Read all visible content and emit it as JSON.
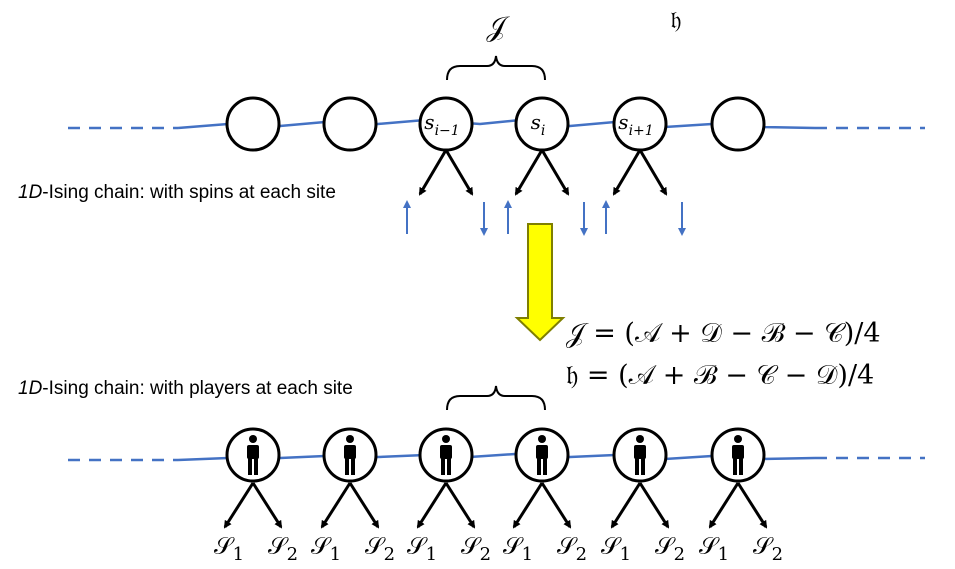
{
  "colors": {
    "chain": "#4472C4",
    "arrow_fill": "#FFFF00",
    "arrow_stroke": "#7F7F00",
    "node_stroke": "#000000"
  },
  "top": {
    "caption_prefix": "1D",
    "caption_rest": "-Ising chain: with spins at each site",
    "coupling_label": "𝒥",
    "field_label": "𝔥",
    "node_labels": [
      "",
      "",
      "s",
      "s",
      "s",
      ""
    ],
    "node_subscripts": [
      "",
      "",
      "i−1",
      "i",
      "i+1",
      ""
    ],
    "spin_directions": [
      "up",
      "down",
      "up",
      "down",
      "up",
      "down"
    ]
  },
  "equations": {
    "j_eq": "𝒥 = (𝒜 + 𝒟 − ℬ − 𝒞)/4",
    "h_eq": "𝔥 = (𝒜 + ℬ − 𝒞 − 𝒟)/4"
  },
  "bottom": {
    "caption_prefix": "1D",
    "caption_rest": "-Ising chain: with players at each site",
    "player_icon": "person-icon",
    "strategy_labels": [
      "𝒮",
      "𝒮",
      "𝒮",
      "𝒮",
      "𝒮",
      "𝒮",
      "𝒮",
      "𝒮",
      "𝒮",
      "𝒮",
      "𝒮",
      "𝒮"
    ],
    "strategy_subscripts": [
      "1",
      "2",
      "1",
      "2",
      "1",
      "2",
      "1",
      "2",
      "1",
      "2",
      "1",
      "2"
    ]
  }
}
